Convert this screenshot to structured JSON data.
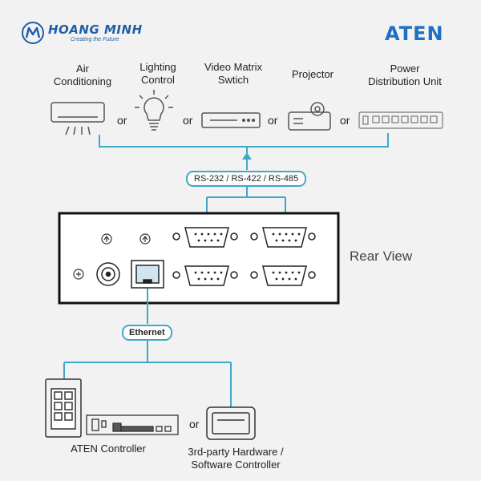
{
  "logo": {
    "brand": "HOANG MINH",
    "tagline": "Creating the Future"
  },
  "aten_logo": "ATEN",
  "devices": [
    {
      "label": "Air\nConditioning",
      "icon": "air-conditioner-icon"
    },
    {
      "label": "Lighting\nControl",
      "icon": "light-bulb-icon"
    },
    {
      "label": "Video Matrix\nSwtich",
      "icon": "video-matrix-switch-icon"
    },
    {
      "label": "Projector",
      "icon": "projector-icon"
    },
    {
      "label": "Power\nDistribution Unit",
      "icon": "pdu-icon"
    }
  ],
  "or": "or",
  "protocols": "RS-232 / RS-422 / RS-485",
  "rear_view": "Rear View",
  "ethernet": "Ethernet",
  "aten_controller": "ATEN Controller",
  "third_party": "3rd-party Hardware /\nSoftware Controller",
  "colors": {
    "line": "#3fa8c8",
    "device_stroke": "#555555",
    "box": "#111111",
    "brand": "#1f5fa8"
  }
}
